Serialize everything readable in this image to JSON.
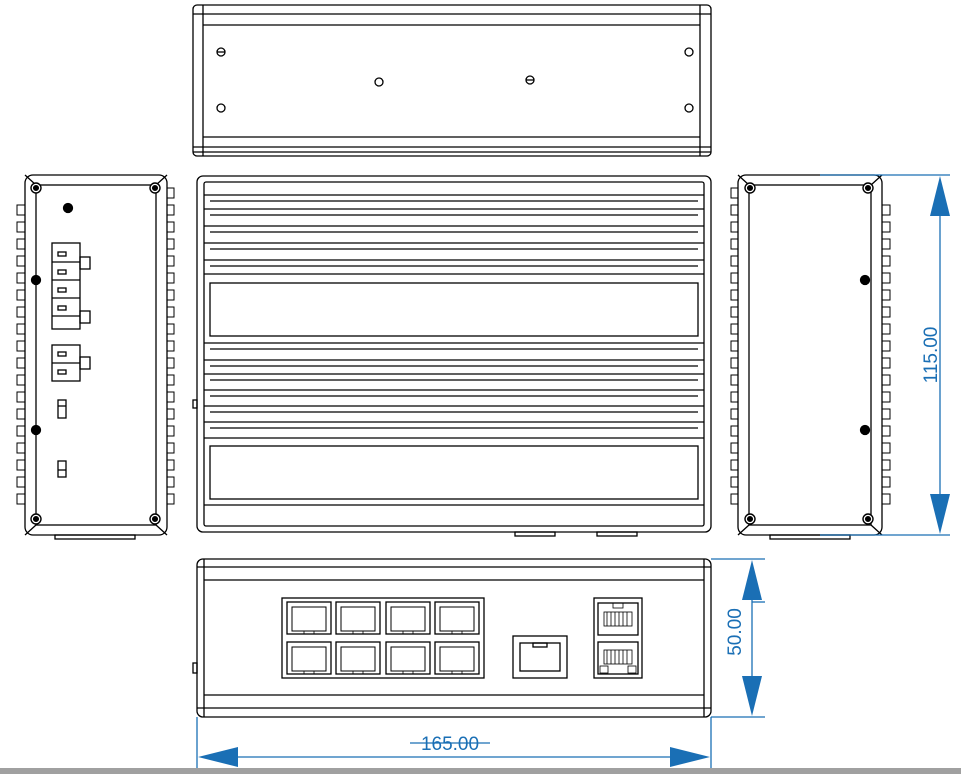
{
  "dimensions": {
    "height": "115.00",
    "depth": "50.00",
    "width": "165.00"
  },
  "colors": {
    "line": "#000000",
    "dimension": "#1a6fb5",
    "background": "#ffffff"
  }
}
